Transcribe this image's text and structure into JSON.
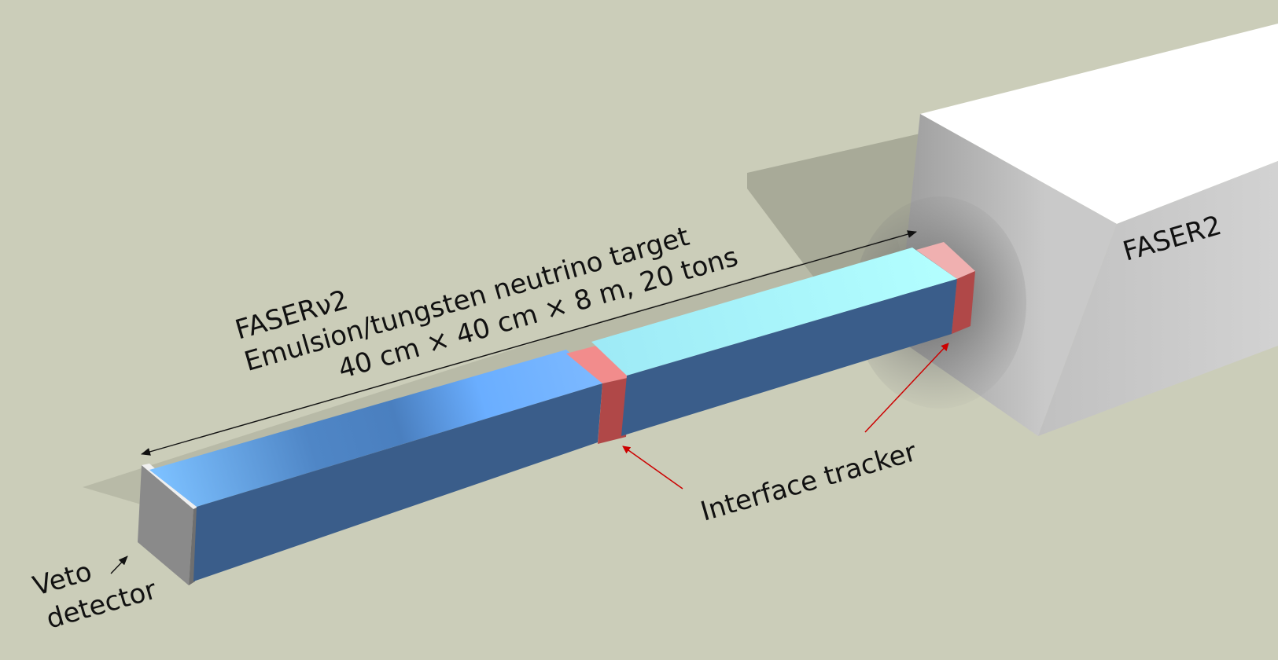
{
  "labels": {
    "faser2": "FASER2",
    "target_name": "FASERν2",
    "target_material": "Emulsion/tungsten neutrino target",
    "target_dims": "40 cm × 40 cm × 8 m, 20 tons",
    "interface_tracker": "Interface tracker",
    "veto_line1": "Veto",
    "veto_line2": "detector"
  },
  "colors": {
    "background": "#cbcdb9",
    "module_front": "#3a5d8a",
    "module_top_light": "#aefcff",
    "module_top_blue": "#6fb2ff",
    "tracker_front": "#b04848",
    "tracker_top": "#f28c8c",
    "veto": "#8a8a8a",
    "faser2_top": "#ffffff",
    "faser2_side": "#bfbfbf",
    "arrow_red": "#cc0000",
    "arrow_black": "#111111"
  }
}
